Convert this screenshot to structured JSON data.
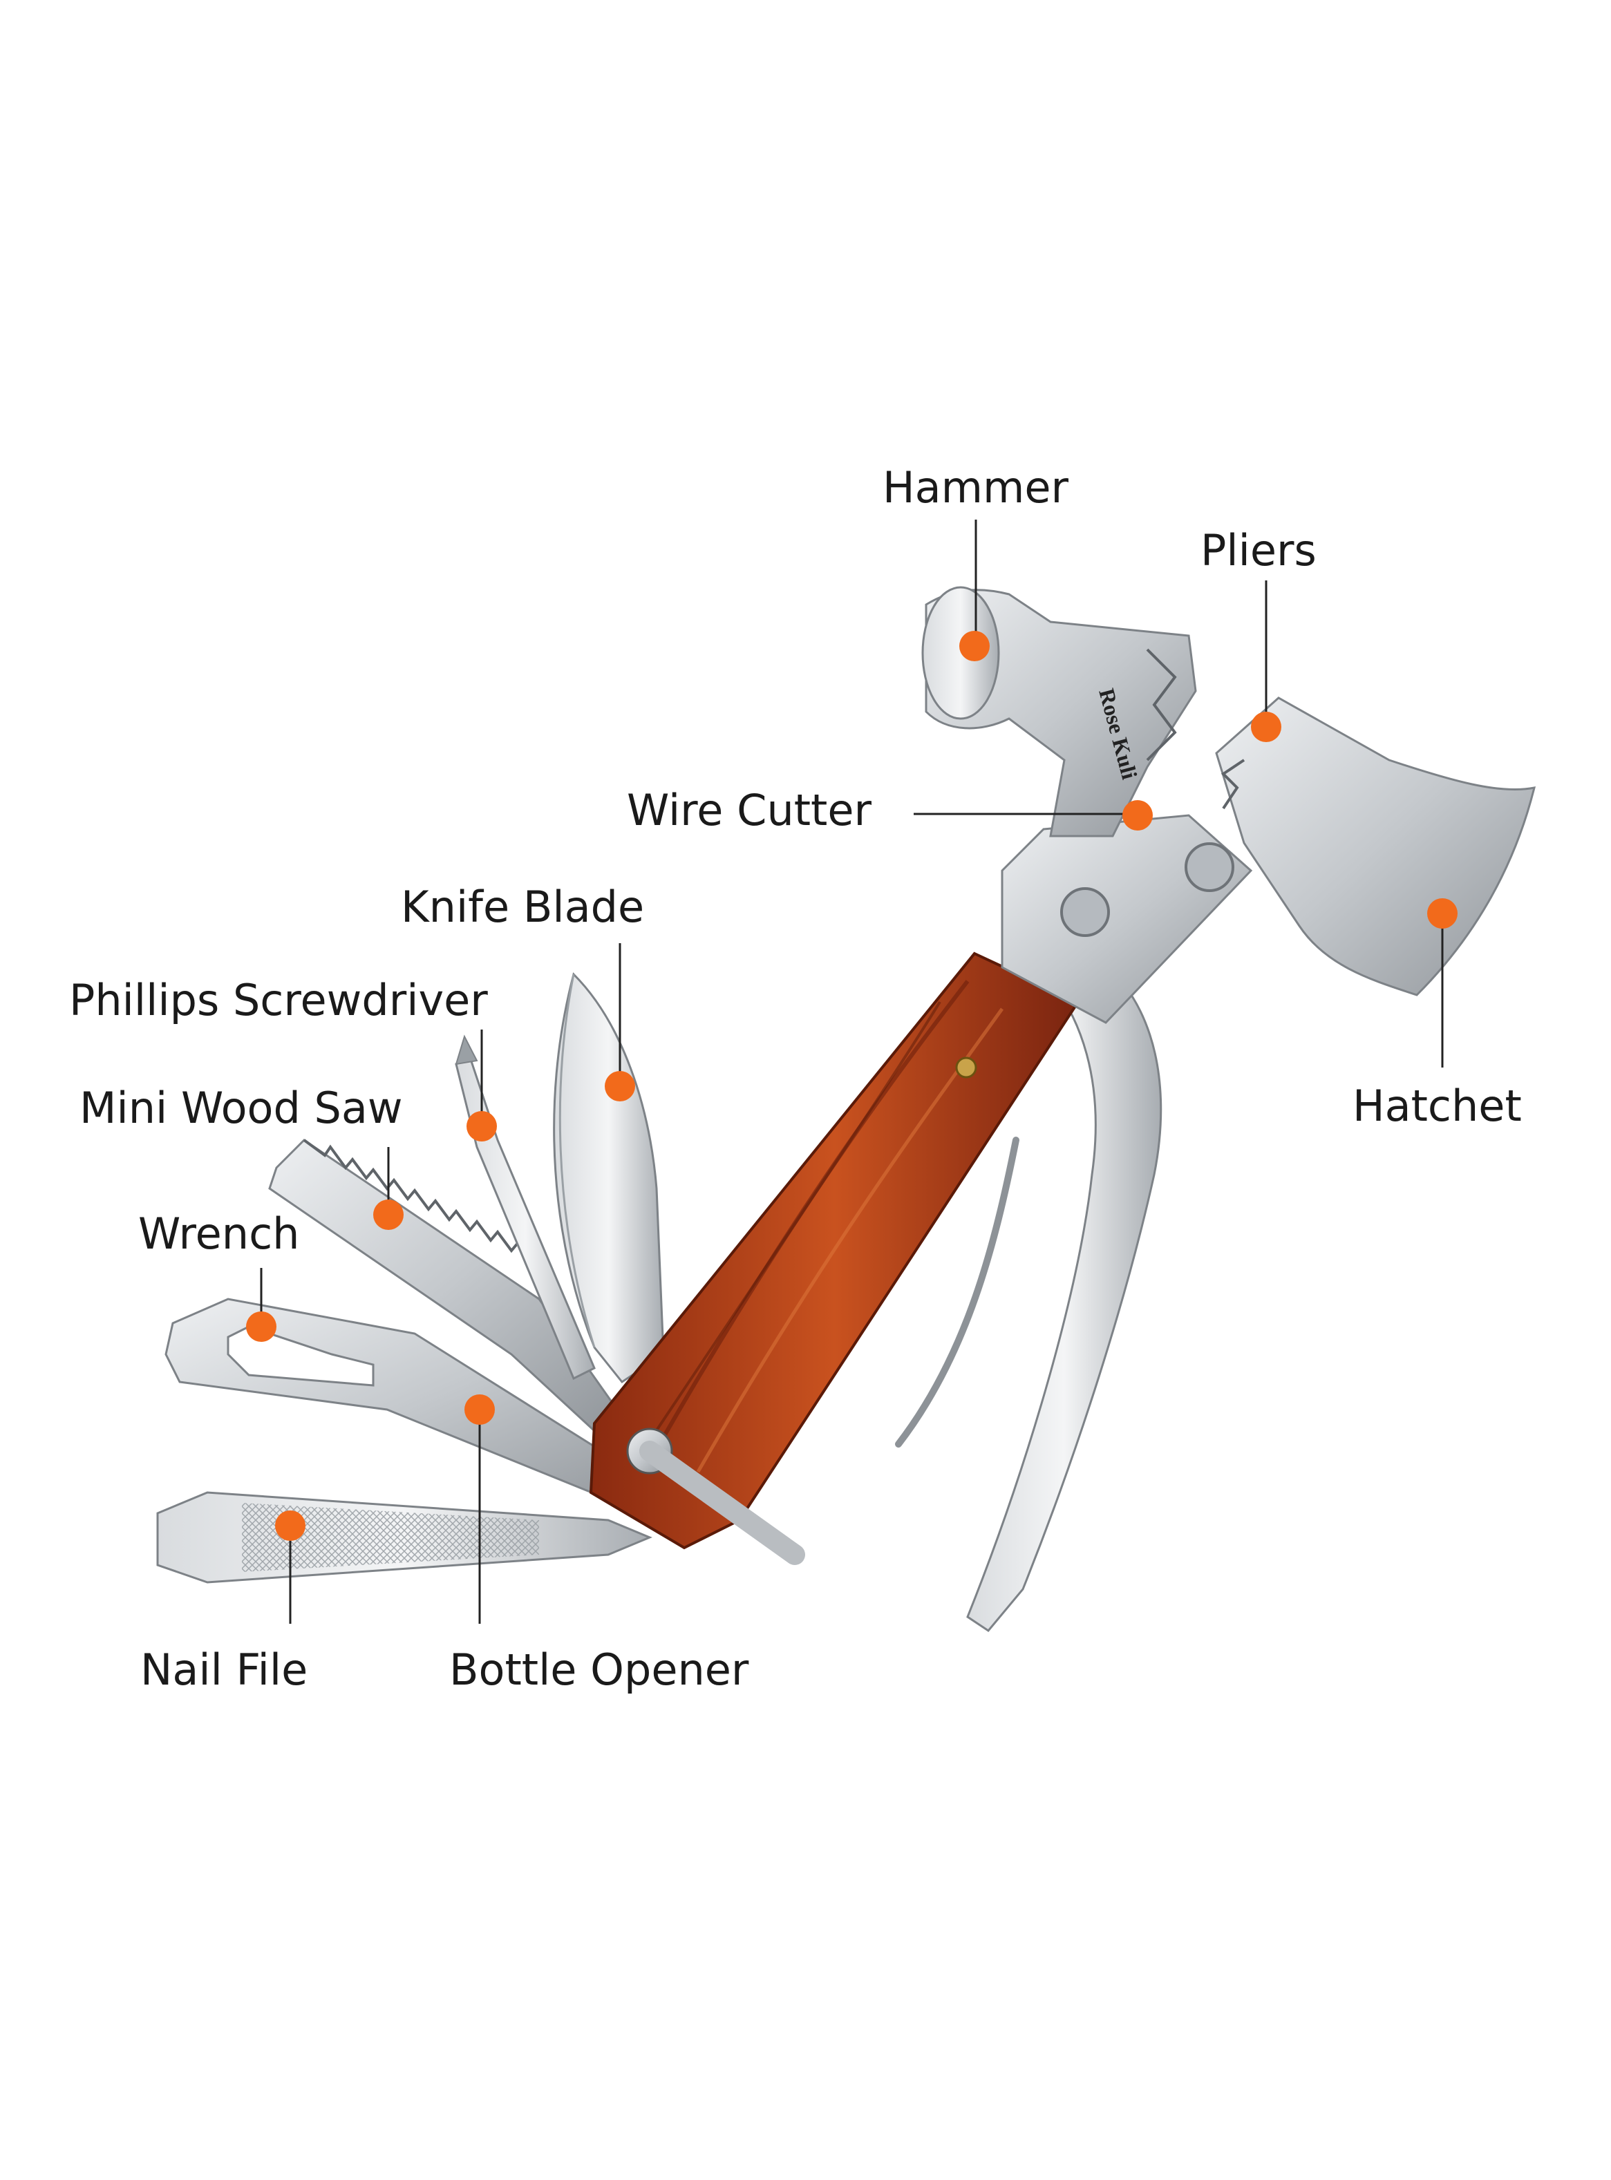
{
  "labels": {
    "hammer": "Hammer",
    "pliers": "Pliers",
    "wire_cutter": "Wire Cutter",
    "knife_blade": "Knife Blade",
    "phillips_screwdriver": "Phillips Screwdriver",
    "mini_wood_saw": "Mini Wood Saw",
    "wrench": "Wrench",
    "hatchet": "Hatchet",
    "nail_file": "Nail File",
    "bottle_opener": "Bottle Opener"
  },
  "engraving": "Rose Kuli",
  "colors": {
    "marker": "#f26a1b",
    "leader": "#222222",
    "steel": "#c9ccd0",
    "steel_dark": "#8d9297",
    "wood": "#b8431c",
    "wood_dark": "#7a2410",
    "background": "#ffffff"
  }
}
